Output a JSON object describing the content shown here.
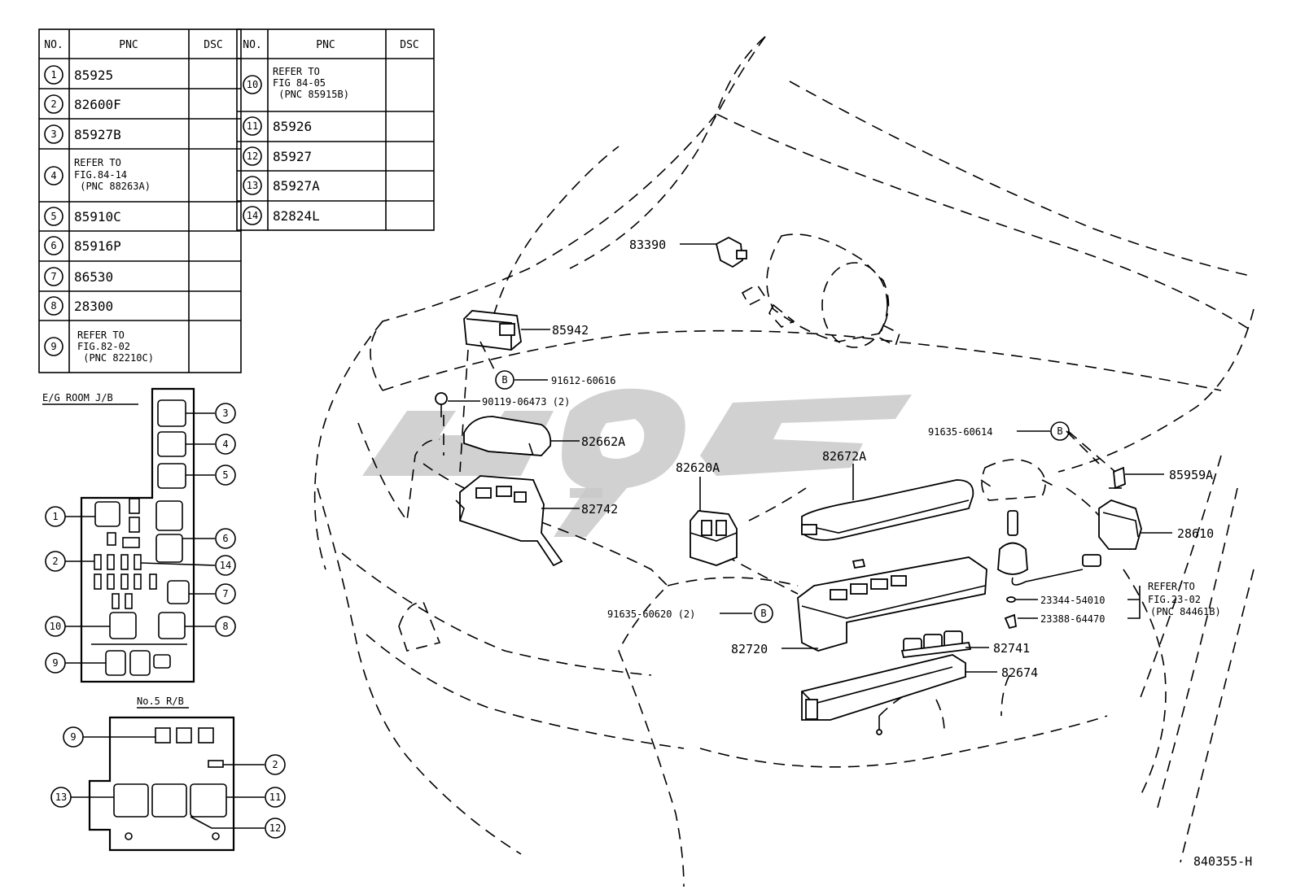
{
  "table": {
    "headers": [
      "NO.",
      "PNC",
      "DSC",
      "NO.",
      "PNC",
      "DSC"
    ],
    "left_rows": [
      {
        "no": "1",
        "pnc": [
          "85925"
        ]
      },
      {
        "no": "2",
        "pnc": [
          "82600F"
        ]
      },
      {
        "no": "3",
        "pnc": [
          "85927B"
        ]
      },
      {
        "no": "4",
        "pnc": [
          "REFER TO",
          "FIG.84-14",
          " (PNC 88263A)"
        ]
      },
      {
        "no": "5",
        "pnc": [
          "85910C"
        ]
      },
      {
        "no": "6",
        "pnc": [
          "85916P"
        ]
      },
      {
        "no": "7",
        "pnc": [
          "86530"
        ]
      },
      {
        "no": "8",
        "pnc": [
          "28300"
        ]
      },
      {
        "no": "9",
        "pnc": [
          "REFER TO",
          "FIG.82-02",
          " (PNC 82210C)"
        ]
      }
    ],
    "right_rows": [
      {
        "no": "10",
        "pnc": [
          "REFER TO",
          "FIG 84-05",
          " (PNC 85915B)"
        ]
      },
      {
        "no": "11",
        "pnc": [
          "85926"
        ]
      },
      {
        "no": "12",
        "pnc": [
          "85927"
        ]
      },
      {
        "no": "13",
        "pnc": [
          "85927A"
        ]
      },
      {
        "no": "14",
        "pnc": [
          "82824L"
        ]
      }
    ]
  },
  "eg_room_jb": {
    "title": "E/G ROOM J/B",
    "callouts": [
      "3",
      "4",
      "5",
      "1",
      "6",
      "2",
      "14",
      "7",
      "10",
      "8",
      "9"
    ]
  },
  "no5_rb": {
    "title": "No.5 R/B",
    "callouts": [
      "9",
      "2",
      "13",
      "11",
      "12"
    ]
  },
  "parts": {
    "p83390": "83390",
    "p85942": "85942",
    "p91612": "91612-60616",
    "p90119": "90119-06473 (2)",
    "p82662A": "82662A",
    "p82742": "82742",
    "p82620A": "82620A",
    "p82672A": "82672A",
    "p91635_614": "91635-60614",
    "p85959A": "85959A",
    "p28610": "28610",
    "p91635_620": "91635-60620 (2)",
    "p82720": "82720",
    "p82741": "82741",
    "p82674": "82674",
    "p23344": "23344-54010",
    "p23388": "23388-64470",
    "refer_l1": "REFER TO",
    "refer_l2": "FIG.23-02",
    "refer_l3": "(PNC 84461B)"
  },
  "callout_B": "B",
  "figure_id": "840355-H",
  "watermark_icon": "brand-logo-watermark"
}
